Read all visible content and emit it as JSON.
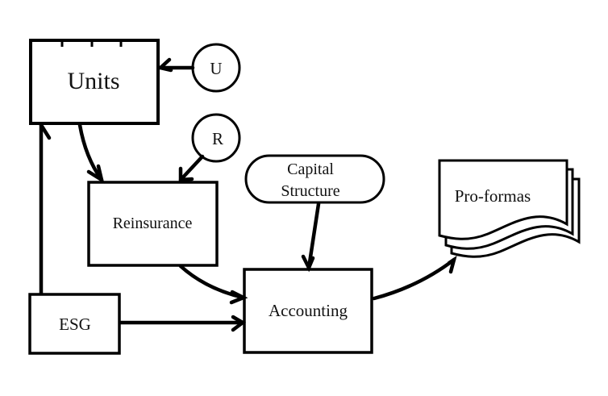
{
  "diagram": {
    "stroke_color": "#000000",
    "background": "#ffffff",
    "nodes": {
      "units": {
        "label": "Units",
        "shape": "rectangle"
      },
      "u": {
        "label": "U",
        "shape": "circle"
      },
      "r": {
        "label": "R",
        "shape": "circle"
      },
      "reinsurance": {
        "label": "Reinsurance",
        "shape": "rectangle"
      },
      "capital_structure": {
        "label_line1": "Capital",
        "label_line2": "Structure",
        "shape": "rounded-terminal"
      },
      "pro_formas": {
        "label": "Pro-formas",
        "shape": "multi-document"
      },
      "esg": {
        "label": "ESG",
        "shape": "rectangle"
      },
      "accounting": {
        "label": "Accounting",
        "shape": "rectangle"
      }
    },
    "edges": [
      {
        "from": "U",
        "to": "Units"
      },
      {
        "from": "Units",
        "to": "Reinsurance"
      },
      {
        "from": "R",
        "to": "Reinsurance"
      },
      {
        "from": "ESG",
        "to": "Units"
      },
      {
        "from": "Reinsurance",
        "to": "Accounting"
      },
      {
        "from": "ESG",
        "to": "Accounting"
      },
      {
        "from": "Capital Structure",
        "to": "Accounting"
      },
      {
        "from": "Accounting",
        "to": "Pro-formas"
      }
    ]
  }
}
